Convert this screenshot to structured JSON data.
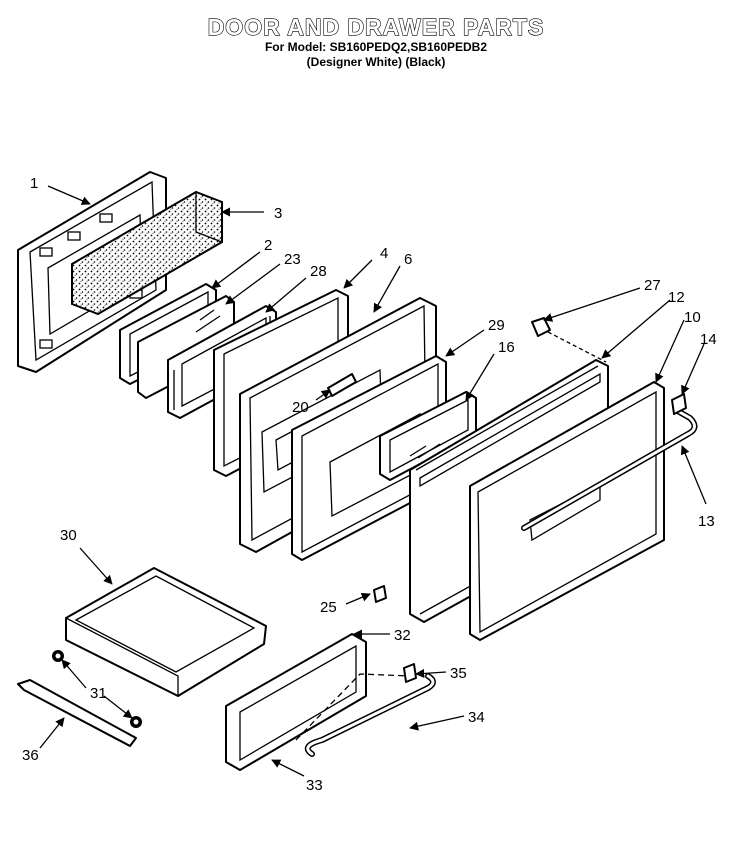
{
  "header": {
    "title": "DOOR AND DRAWER PARTS",
    "model_line": "For Model: SB160PEDQ2,SB160PEDB2",
    "finish_line": "(Designer White) (Black)"
  },
  "callouts": {
    "c1": "1",
    "c2": "2",
    "c3": "3",
    "c4": "4",
    "c6": "6",
    "c10": "10",
    "c12": "12",
    "c13": "13",
    "c14": "14",
    "c16": "16",
    "c20": "20",
    "c23": "23",
    "c25": "25",
    "c27": "27",
    "c28": "28",
    "c29": "29",
    "c30": "30",
    "c31": "31",
    "c32": "32",
    "c33": "33",
    "c34": "34",
    "c35": "35",
    "c36": "36"
  }
}
